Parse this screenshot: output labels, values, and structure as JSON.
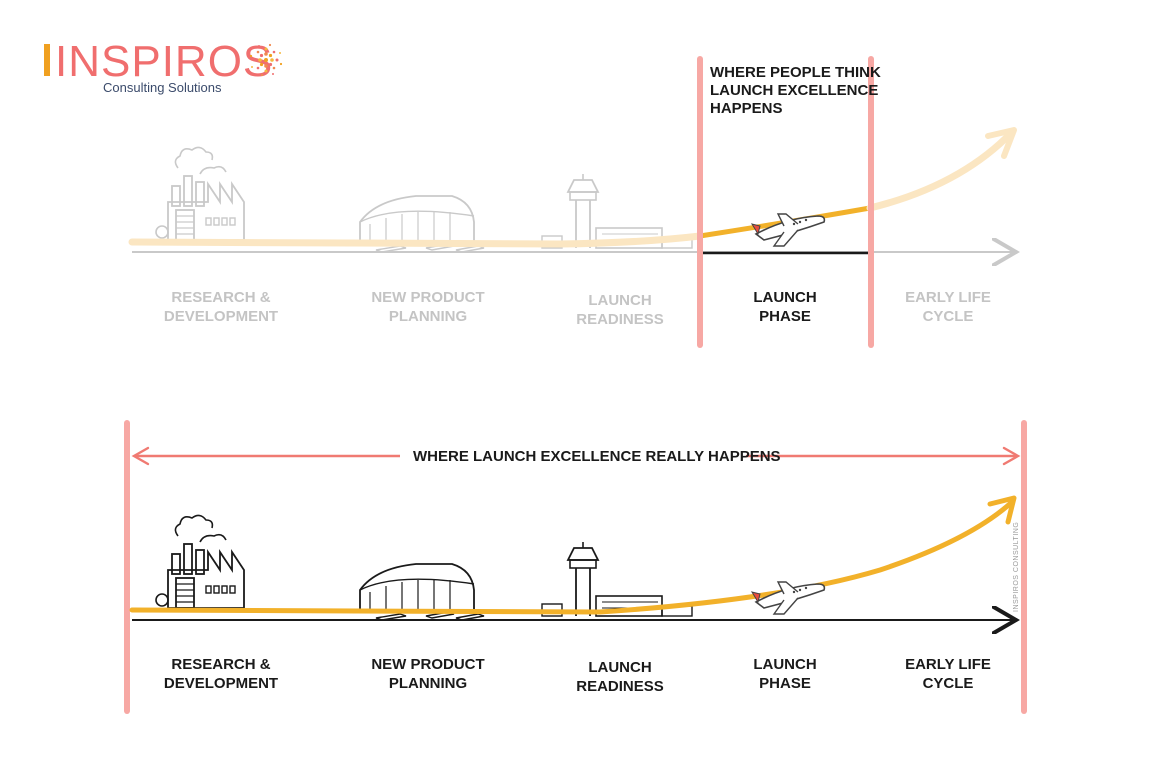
{
  "logo": {
    "wordmark": "INSPIROS",
    "tagline": "Consulting Solutions",
    "accent_color": "#f0a020",
    "brand_color": "#f06e6e"
  },
  "top_panel": {
    "callout": [
      "WHERE PEOPLE THINK",
      "LAUNCH EXCELLENCE",
      "HAPPENS"
    ],
    "stages": [
      {
        "line1": "RESEARCH &",
        "line2": "DEVELOPMENT"
      },
      {
        "line1": "NEW PRODUCT",
        "line2": "PLANNING"
      },
      {
        "line1": "LAUNCH",
        "line2": "READINESS"
      },
      {
        "line1": "LAUNCH",
        "line2": "PHASE"
      },
      {
        "line1": "EARLY LIFE",
        "line2": "CYCLE"
      }
    ]
  },
  "bottom_panel": {
    "banner": "WHERE LAUNCH EXCELLENCE REALLY HAPPENS",
    "stages": [
      {
        "line1": "RESEARCH &",
        "line2": "DEVELOPMENT"
      },
      {
        "line1": "NEW PRODUCT",
        "line2": "PLANNING"
      },
      {
        "line1": "LAUNCH",
        "line2": "READINESS"
      },
      {
        "line1": "LAUNCH",
        "line2": "PHASE"
      },
      {
        "line1": "EARLY LIFE",
        "line2": "CYCLE"
      }
    ],
    "credit": "INSPIROS CONSULTING"
  },
  "colors": {
    "highlight_bars": "#f7a8a4",
    "banner_arrow": "#f07a72",
    "curve": "#f2b12a",
    "faded_curve": "#fbe6c2",
    "faded_gray": "#c9c9c9"
  }
}
